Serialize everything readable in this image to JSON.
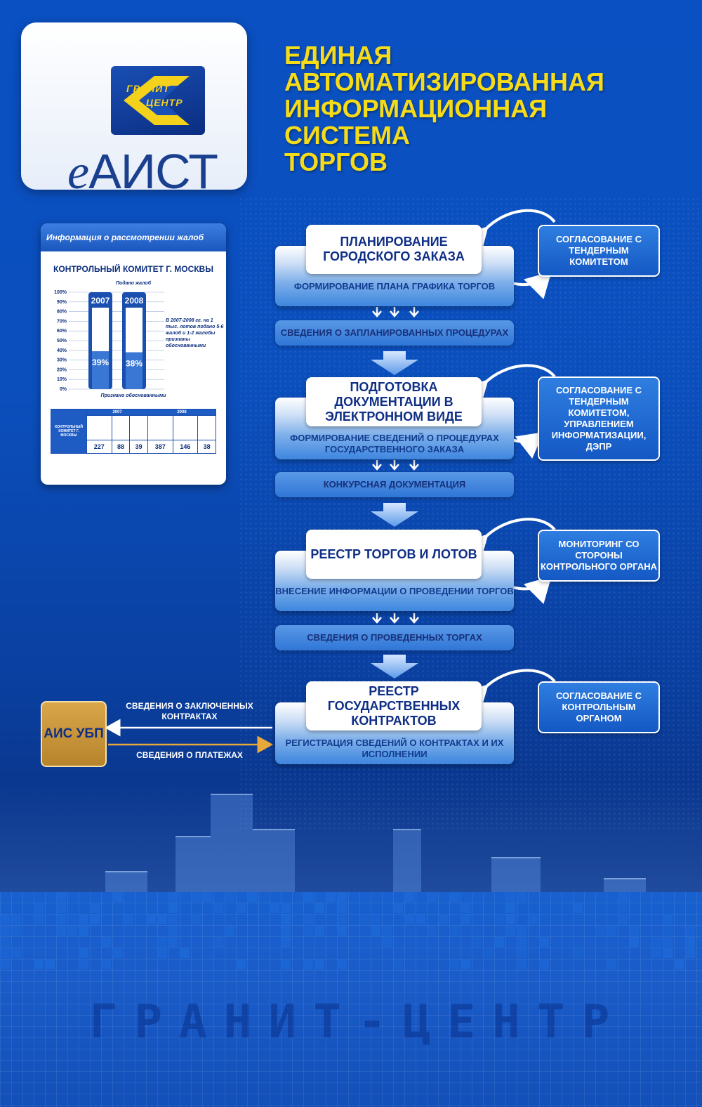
{
  "logo": {
    "brand_line1": "ГРАНИТ",
    "brand_line2": "ЦЕНТР",
    "product_prefix": "e",
    "product_name": "АИСТ"
  },
  "title_lines": [
    "ЕДИНАЯ",
    "АВТОМАТИЗИРОВАННАЯ",
    "ИНФОРМАЦИОННАЯ",
    "СИСТЕМА",
    "ТОРГОВ"
  ],
  "info_panel": {
    "header": "Информация о рассмотрении жалоб",
    "committee": "КОНТРОЛЬНЫЙ КОМИТЕТ Г. МОСКВЫ",
    "chart_title": "Подано жалоб",
    "axis_ticks": [
      "100%",
      "90%",
      "80%",
      "70%",
      "60%",
      "50%",
      "40%",
      "30%",
      "20%",
      "10%",
      "0%"
    ],
    "bars": [
      {
        "year": "2007",
        "label": "39%",
        "value": 39
      },
      {
        "year": "2008",
        "label": "38%",
        "value": 38
      }
    ],
    "note": "В 2007-2008 гг. на 1 тыс. лотов подано 5-6 жалоб и 1-2 жалобы признаны обоснованными",
    "bottom_note": "Признано обоснованными",
    "table": {
      "row_label": "КОНТРОЛЬНЫЙ КОМИТЕТ Г. МОСКВЫ",
      "years": [
        "2007",
        "2008"
      ],
      "values": [
        "227",
        "88",
        "39",
        "387",
        "146",
        "38"
      ]
    }
  },
  "flow": {
    "stages": [
      {
        "title": "ПЛАНИРОВАНИЕ ГОРОДСКОГО ЗАКАЗА",
        "sub": "ФОРМИРОВАНИЕ ПЛАНА ГРАФИКА ТОРГОВ",
        "output": "СВЕДЕНИЯ О ЗАПЛАНИРОВАННЫХ ПРОЦЕДУРАХ",
        "side": "СОГЛАСОВАНИЕ С ТЕНДЕРНЫМ КОМИТЕТОМ"
      },
      {
        "title": "ПОДГОТОВКА ДОКУМЕНТАЦИИ В ЭЛЕКТРОННОМ ВИДЕ",
        "sub": "ФОРМИРОВАНИЕ СВЕДЕНИЙ О ПРОЦЕДУРАХ ГОСУДАРСТВЕННОГО ЗАКАЗА",
        "output": "КОНКУРСНАЯ ДОКУМЕНТАЦИЯ",
        "side": "СОГЛАСОВАНИЕ С ТЕНДЕРНЫМ КОМИТЕТОМ, УПРАВЛЕНИЕМ ИНФОРМАТИЗАЦИИ, ДЭПР"
      },
      {
        "title": "РЕЕСТР ТОРГОВ И ЛОТОВ",
        "sub": "ВНЕСЕНИЕ ИНФОРМАЦИИ О ПРОВЕДЕНИИ ТОРГОВ",
        "output": "СВЕДЕНИЯ О ПРОВЕДЕННЫХ ТОРГАХ",
        "side": "МОНИТОРИНГ СО СТОРОНЫ КОНТРОЛЬНОГО ОРГАНА"
      },
      {
        "title": "РЕЕСТР ГОСУДАРСТВЕННЫХ КОНТРАКТОВ",
        "sub": "РЕГИСТРАЦИЯ СВЕДЕНИЙ О КОНТРАКТАХ И ИХ ИСПОЛНЕНИИ",
        "side": "СОГЛАСОВАНИЕ С КОНТРОЛЬНЫМ ОРГАНОМ"
      }
    ],
    "external": {
      "name": "АИС УБП",
      "label_in": "СВЕДЕНИЯ О ЗАКЛЮЧЕННЫХ КОНТРАКТАХ",
      "label_out": "СВЕДЕНИЯ О ПЛАТЕЖАХ"
    }
  },
  "watermark": "ГРАНИТ-ЦЕНТР",
  "colors": {
    "background": "#0b4fbd",
    "title_yellow": "#f6dc18",
    "box_navy": "#0f2f85",
    "side_blue": "#1f6ad3",
    "external_gold": "#c9953a",
    "arrow_gold": "#e8a83a"
  }
}
